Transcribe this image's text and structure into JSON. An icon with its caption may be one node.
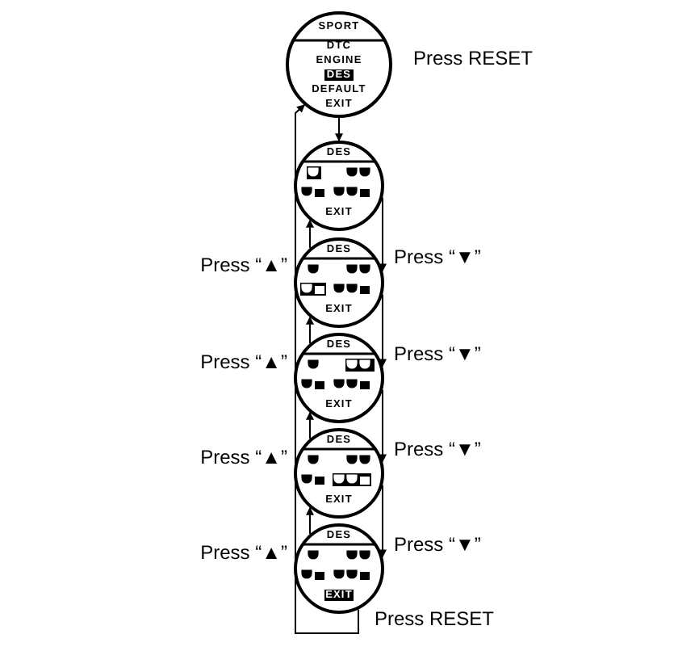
{
  "diagram": {
    "nodes": [
      {
        "text": [
          "SPORT",
          "DTC",
          "ENGINE",
          "DES",
          "DEFAULT",
          "EXIT"
        ]
      },
      {
        "text": [
          "DES",
          "EXIT"
        ]
      },
      {
        "text": [
          "DES",
          "EXIT"
        ]
      },
      {
        "text": [
          "DES",
          "EXIT"
        ]
      },
      {
        "text": [
          "DES",
          "EXIT"
        ]
      },
      {
        "text": [
          "DES",
          "EXIT"
        ]
      }
    ],
    "edges": [
      {
        "from": 0,
        "to": 1,
        "arrow": "to",
        "label": "Press RESET"
      },
      {
        "from": 1,
        "to": 2,
        "arrow": "to",
        "label": "Press “▼”"
      },
      {
        "from": 2,
        "to": 1,
        "arrow": "to",
        "label": "Press “▲”"
      },
      {
        "from": 2,
        "to": 3,
        "arrow": "to",
        "label": "Press “▼”"
      },
      {
        "from": 3,
        "to": 2,
        "arrow": "to",
        "label": "Press “▲”"
      },
      {
        "from": 3,
        "to": 4,
        "arrow": "to",
        "label": "Press “▼”"
      },
      {
        "from": 4,
        "to": 3,
        "arrow": "to",
        "label": "Press “▲”"
      },
      {
        "from": 4,
        "to": 5,
        "arrow": "to",
        "label": "Press “▼”"
      },
      {
        "from": 5,
        "to": 4,
        "arrow": "to",
        "label": "Press “▲”"
      },
      {
        "from": 5,
        "to": 0,
        "arrow": "to",
        "label": "Press RESET"
      }
    ]
  }
}
